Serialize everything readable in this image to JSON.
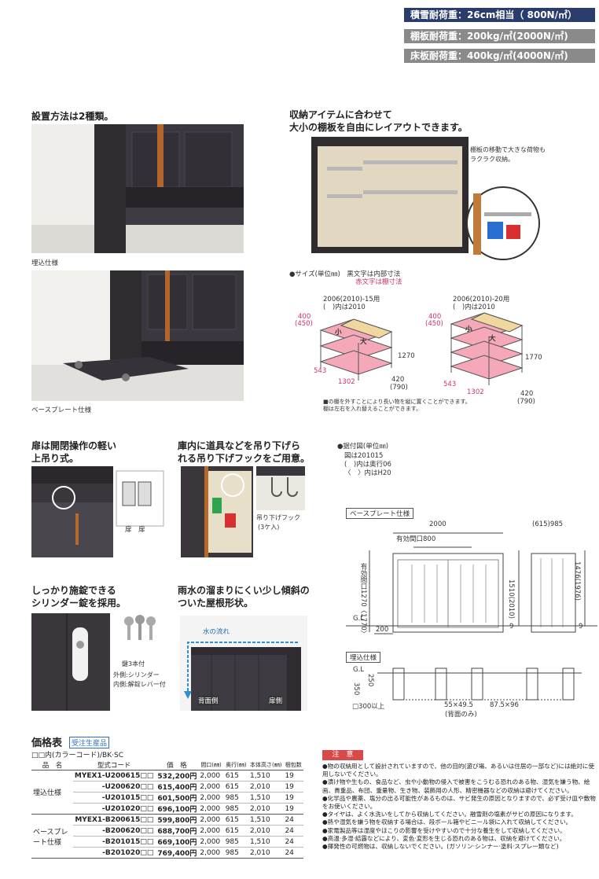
{
  "specs": [
    {
      "text": "積雪耐荷重：26cm相当（ 800N/㎡）",
      "color": "#2a3c6b"
    },
    {
      "text": "棚板耐荷重：200kg/㎡(2000N/㎡)",
      "color": "#8a8a8a"
    },
    {
      "text": "床板耐荷重：400kg/㎡(4000N/㎡)",
      "color": "#8a8a8a"
    }
  ],
  "install": {
    "title": "設置方法は2種類。",
    "cap_embed": "埋込仕様",
    "cap_base": "ベースプレート仕様"
  },
  "shelf": {
    "title_line1": "収納アイテムに合わせて",
    "title_line2": "大小の棚板を自由にレイアウトできます。",
    "callout_line1": "棚板の移動で大きな荷物も",
    "callout_line2": "ラクラク収納。"
  },
  "size": {
    "legend_line1": "●サイズ(単位㎜)　黒文字は内部寸法",
    "legend_line2": "赤文字は棚寸法",
    "left": {
      "model_line1": "2006(2010)-15用",
      "model_line2": "(　)内は2010",
      "d1": "400",
      "d2": "(450)",
      "small": "小",
      "big": "大",
      "height": "1270",
      "width": "1302",
      "depth_left": "543",
      "depth_right1": "420",
      "depth_right2": "(790)"
    },
    "right": {
      "model_line1": "2006(2010)-20用",
      "model_line2": "(　)内は2010",
      "d1": "400",
      "d2": "(450)",
      "small": "小",
      "big": "大",
      "height": "1770",
      "width": "1302",
      "depth_left": "543",
      "depth_right1": "420",
      "depth_right2": "(790)"
    },
    "note_line1": "■の棚を外すことにより長い物を縦に置くことができます。",
    "note_line2": "棚は左右を入れ替えることができます。"
  },
  "features": {
    "door_line1": "扉は開閉操作の軽い",
    "door_line2": "上吊り式。",
    "door_label1": "扉",
    "door_label2": "扉",
    "hook_line1": "庫内に道具などを吊り下げら",
    "hook_line2": "れる吊り下げフックをご用意。",
    "hook_cap1": "吊り下げフック",
    "hook_cap2": "(3ケ入)",
    "lock_line1": "しっかり施錠できる",
    "lock_line2": "シリンダー錠を採用。",
    "lock_cap1": "鍵3本付",
    "lock_cap2": "外側:シリンダー",
    "lock_cap3": "内側:解錠レバー付",
    "roof_line1": "雨水の溜まりにくい少し傾斜の",
    "roof_line2": "ついた屋根形状。",
    "roof_flow": "水の流れ",
    "roof_back": "背面側",
    "roof_door": "扉側"
  },
  "drawing": {
    "legend_line1": "●据付図(単位㎜)",
    "legend_line2": "図は201015",
    "legend_line3": "(　)内は奥行06",
    "legend_line4": "〈　〉内はH20",
    "base_label": "ベースプレート仕様",
    "w_total": "2000",
    "w_open": "有効間口800",
    "depth": "(615)985",
    "h_open": "有効間口1270〈1770〉",
    "h_total": "1510(2010)",
    "h_side": "1476(1976)",
    "gl": "G.L",
    "offset": "200",
    "nine1": "9",
    "nine2": "9",
    "embed_label": "埋込仕様",
    "gl2": "G.L",
    "d350": "350",
    "d250": "250",
    "sq300": "□300以上",
    "dim1": "55×49.5",
    "dim1b": "(背面のみ)",
    "dim2": "87.5×96"
  },
  "price": {
    "title": "価格表",
    "badge": "受注生産品",
    "subtitle": "□□内(カラーコード)/BK·SC",
    "headers": [
      "品　名",
      "型式コード",
      "価　格",
      "間口(㎜)",
      "奥行(㎜)",
      "本体高さ(㎜)",
      "梱包数"
    ],
    "groups": [
      {
        "name": "埋込仕様",
        "rows": [
          [
            "MYEX1-U200615□□",
            "532,200円",
            "2,000",
            "615",
            "1,510",
            "19"
          ],
          [
            "-U200620□□",
            "615,400円",
            "2,000",
            "615",
            "2,010",
            "19"
          ],
          [
            "-U201015□□",
            "601,500円",
            "2,000",
            "985",
            "1,510",
            "19"
          ],
          [
            "-U201020□□",
            "696,100円",
            "2,000",
            "985",
            "2,010",
            "19"
          ]
        ]
      },
      {
        "name": "ベースプレート仕様",
        "rows": [
          [
            "MYEX1-B200615□□",
            "599,800円",
            "2,000",
            "615",
            "1,510",
            "24"
          ],
          [
            "-B200620□□",
            "688,700円",
            "2,000",
            "615",
            "2,010",
            "24"
          ],
          [
            "-B201015□□",
            "669,100円",
            "2,000",
            "985",
            "1,510",
            "24"
          ],
          [
            "-B201020□□",
            "769,400円",
            "2,000",
            "985",
            "2,010",
            "24"
          ]
        ]
      }
    ]
  },
  "notes": {
    "title": "注　意",
    "items": [
      "●物の収納用として設計されていますので、他の目的(遊び場、あるいは住居の一部など)には絶対に使用しないでください。",
      "●漬け物や生もの、食品など、虫や小動物の侵入で被害をこうむる恐れのある物、湿気を嫌う物、絵画、貴重品、布団、重量物、生き物、装飾用の人形、精密機器などの収納は避けてください。",
      "●化学品や農薬、塩分の出る可能性があるものは、サビ発生の原因となりますので、必ず受け皿や敷物をお使いください。",
      "●タイヤは、よく水洗いをしてから収納してください。融雪剤の塩素がサビの原因になります。",
      "●熱や湿気を嫌う物を収納する場合は、段ボール箱やビニール袋に入れて収納してください。",
      "●家電製品等は湿度やほこりの影響を受けやすいので十分な養生をして収納してください。",
      "●高温·多湿·結露などにより、変色·変形を生じる恐れのある物は、収納を避けてください。",
      "●揮発性の可燃物は、収納しないでください。(ガソリン·シンナー·塗料·スプレー類など)"
    ]
  }
}
